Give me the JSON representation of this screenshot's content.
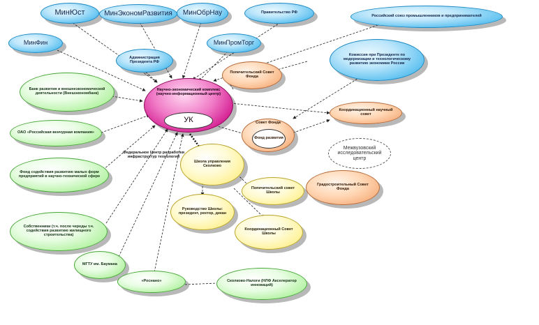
{
  "nodes": {
    "minyust": "МинЮст",
    "minekonom": "МинЭкономРазвития",
    "minobr": "МинОбрНау",
    "pravitelstvo": "Правительство РФ",
    "rspp": "Российский союз промышленников и предпринимателей",
    "minfin": "МинФин",
    "administraciya": "Администрация Президента РФ",
    "minprom": "МинПромТорг",
    "komissiya": "Комиссия при Президенте по модернизации и технологическому развитию экономики России",
    "popechitelsky": "Попечительский Совет Фонда",
    "bank": "Банк развития и внешнеэкономической деятельности (Внешэкономбанк)",
    "uk_title": "Научно-экономический комплекс (научно-информационный центр)",
    "uk": "УК",
    "koordinacionny_nauchny": "Координационный научный совет",
    "osao": "ОАО «Российская венчурная компания»",
    "sovet_fonda_title": "Совет Фонда",
    "sovet_fonda_inner": "Фонд развития",
    "mezhvuzovsky": "Межвузовский исследовательский центр",
    "fond_sodeystviya": "Фонд содействия развитию малых форм предприятий в научно-технической сфере",
    "centr_label": "Федеральное Центр разработки инфраструктур технологий",
    "shkola": "Школа управления Сколково",
    "popech_shkoly": "Попечительский совет Школы",
    "gradostroitelny": "Градостроительный Совет Фонда",
    "rukovodstvo": "Руководство Школы: президент, ректор, декан",
    "sobstvenniki": "Собственники (т.ч. после череды т.ч. содействия развитию жилищного строительства)",
    "koordinacionny_shkoly": "Координационный Совет Школы",
    "mgtu": "МГТУ им. Баумана",
    "rosnano": "«Роснано»",
    "skolkovo_nalog": "Сколково-Налоги (НЛФ Акселератор инноваций)"
  }
}
